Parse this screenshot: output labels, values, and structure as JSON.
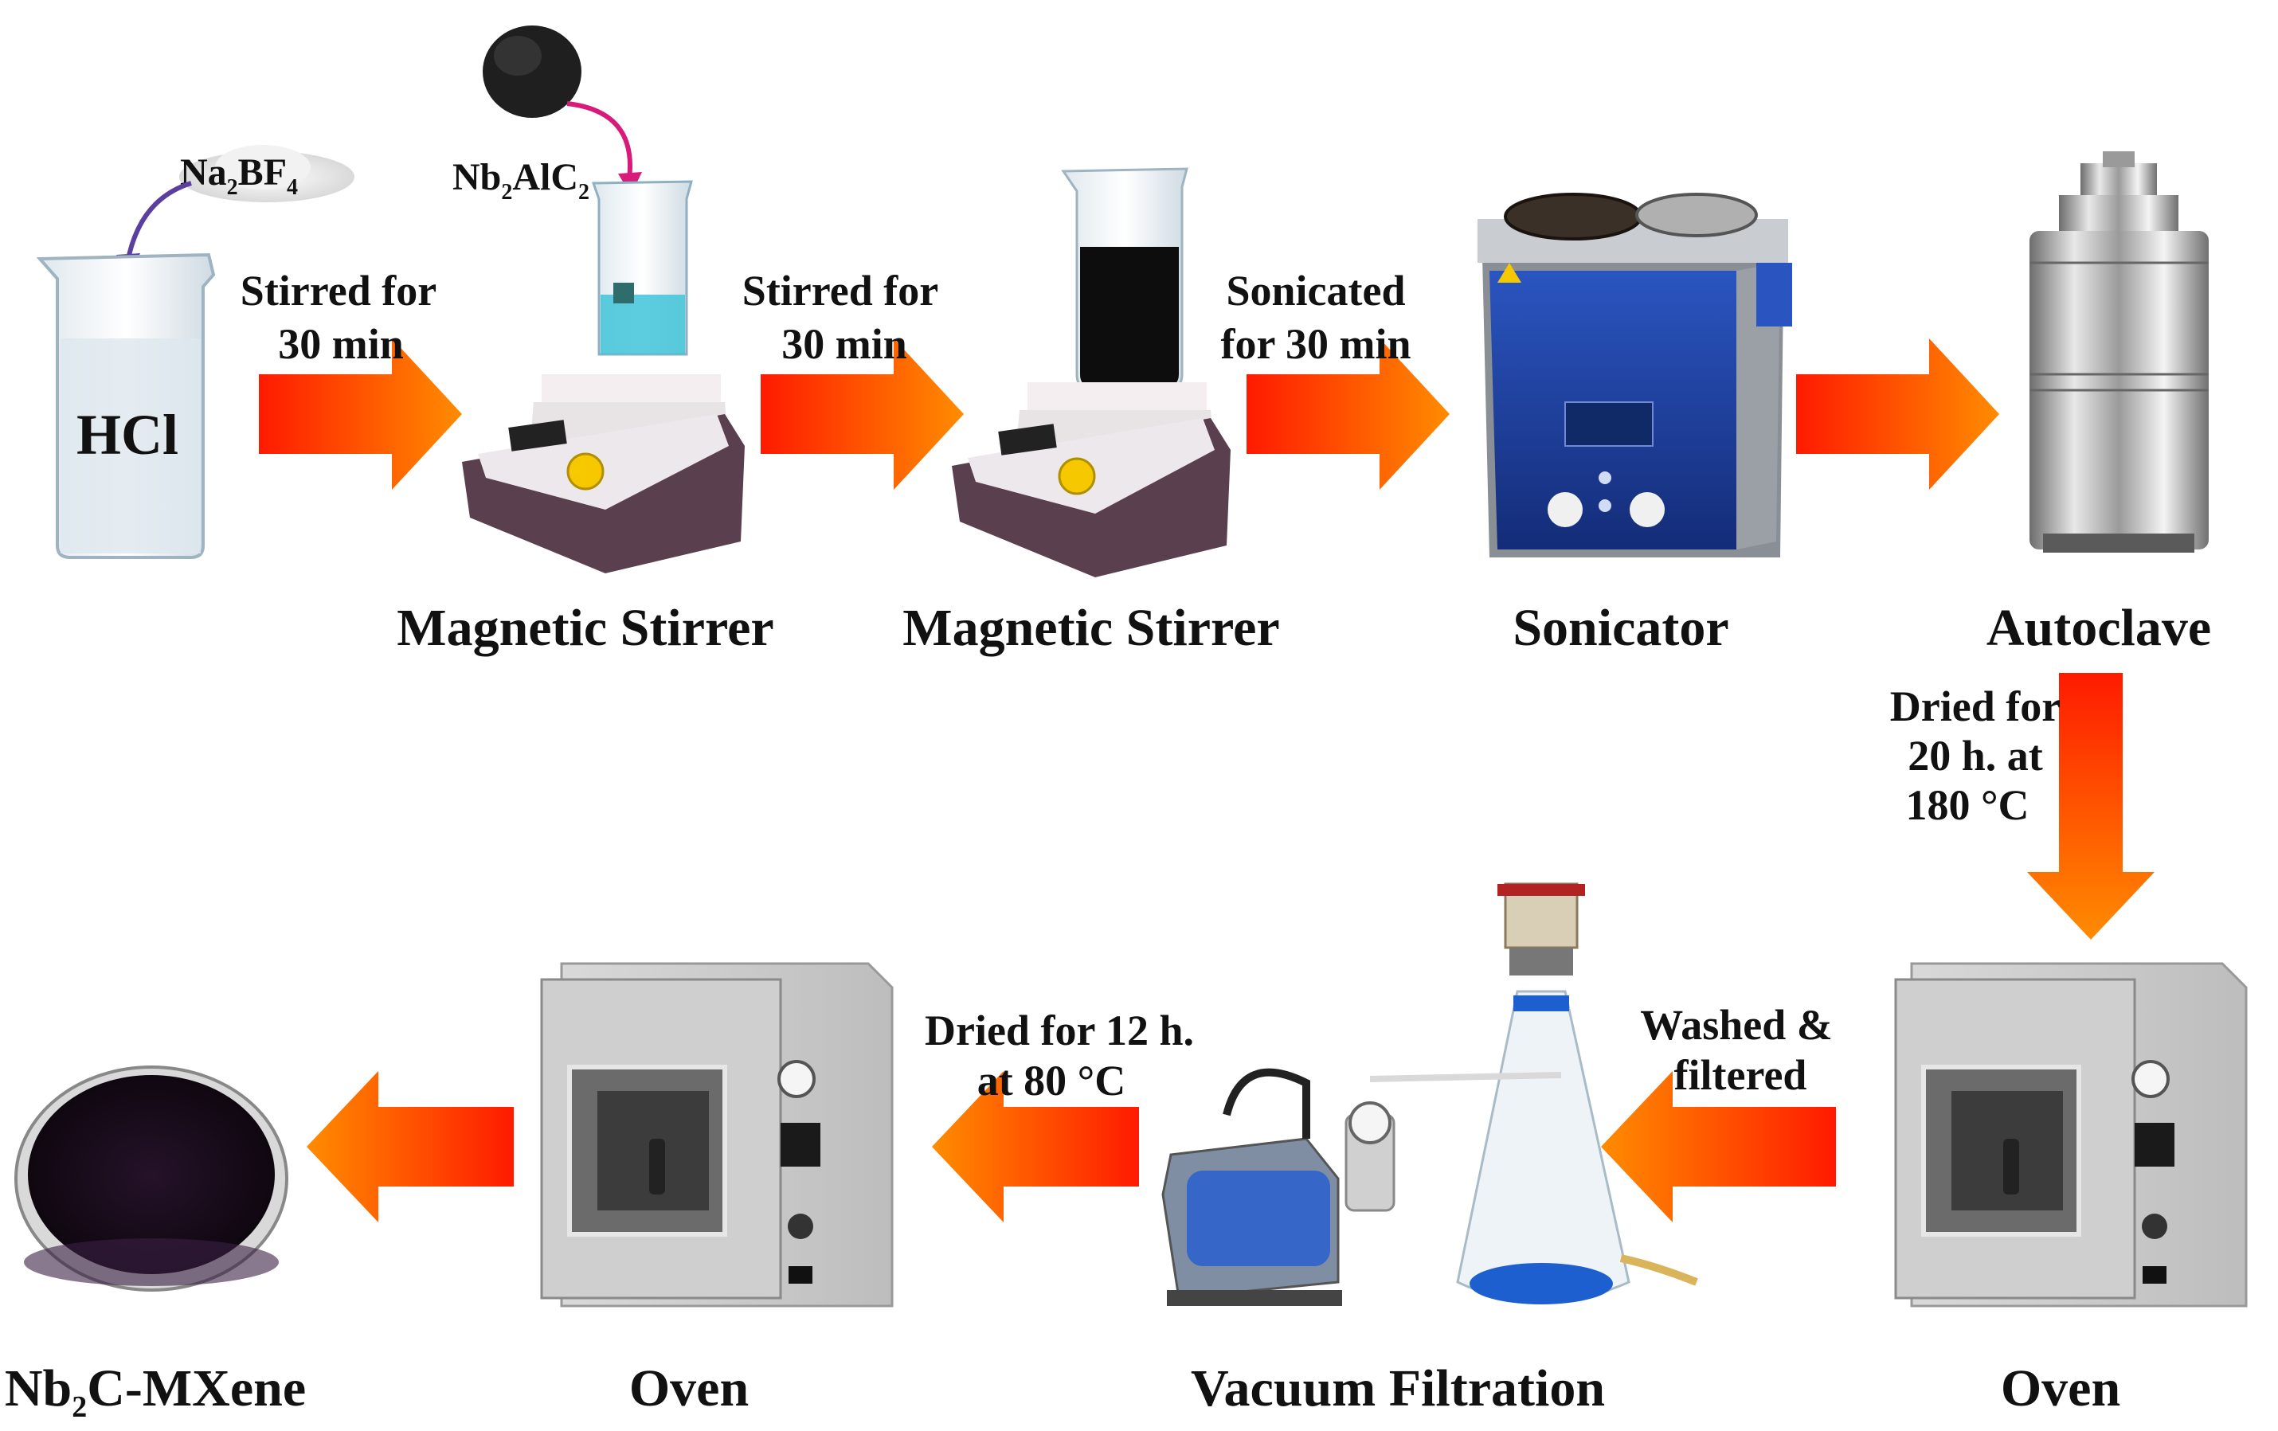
{
  "steps": {
    "hcl": "HCl",
    "na2bf4": {
      "base": "Na",
      "sub1": "2",
      "mid": "BF",
      "sub2": "4"
    },
    "nb2alc2": {
      "base": "Nb",
      "sub1": "2",
      "mid": "AlC",
      "sub2": "2"
    },
    "magnetic_stirrer_1": "Magnetic Stirrer",
    "magnetic_stirrer_2": "Magnetic Stirrer",
    "sonicator": "Sonicator",
    "autoclave": "Autoclave",
    "oven_right": "Oven",
    "vacuum_filtration": "Vacuum Filtration",
    "oven_left": "Oven",
    "product": {
      "base": "Nb",
      "sub": "2",
      "rest": "C-MXene"
    }
  },
  "transitions": {
    "t1": [
      "Stirred for",
      "30 min"
    ],
    "t2": [
      "Stirred for",
      "30 min"
    ],
    "t3": [
      "Sonicated",
      "for 30 min"
    ],
    "t5": [
      "Dried for",
      "20 h. at",
      "180 °C"
    ],
    "t6": [
      "Washed &",
      "filtered"
    ],
    "t7": [
      "Dried for 12 h.",
      "at 80 °C"
    ]
  },
  "colors": {
    "arrow_start": "#ff1a00",
    "arrow_end": "#ff8c00",
    "flask_blue": "#1e5fd0",
    "sonicator_blue": "#1c3f9e",
    "stirrer_body": "#5a3f4f",
    "mxene": "#1a0d1c"
  },
  "icons": [
    "beaker-icon",
    "hotplate-stirrer-icon",
    "ultrasonic-bath-icon",
    "autoclave-icon",
    "vacuum-oven-icon",
    "vacuum-pump-icon",
    "filter-flask-icon",
    "petri-dish-icon"
  ]
}
